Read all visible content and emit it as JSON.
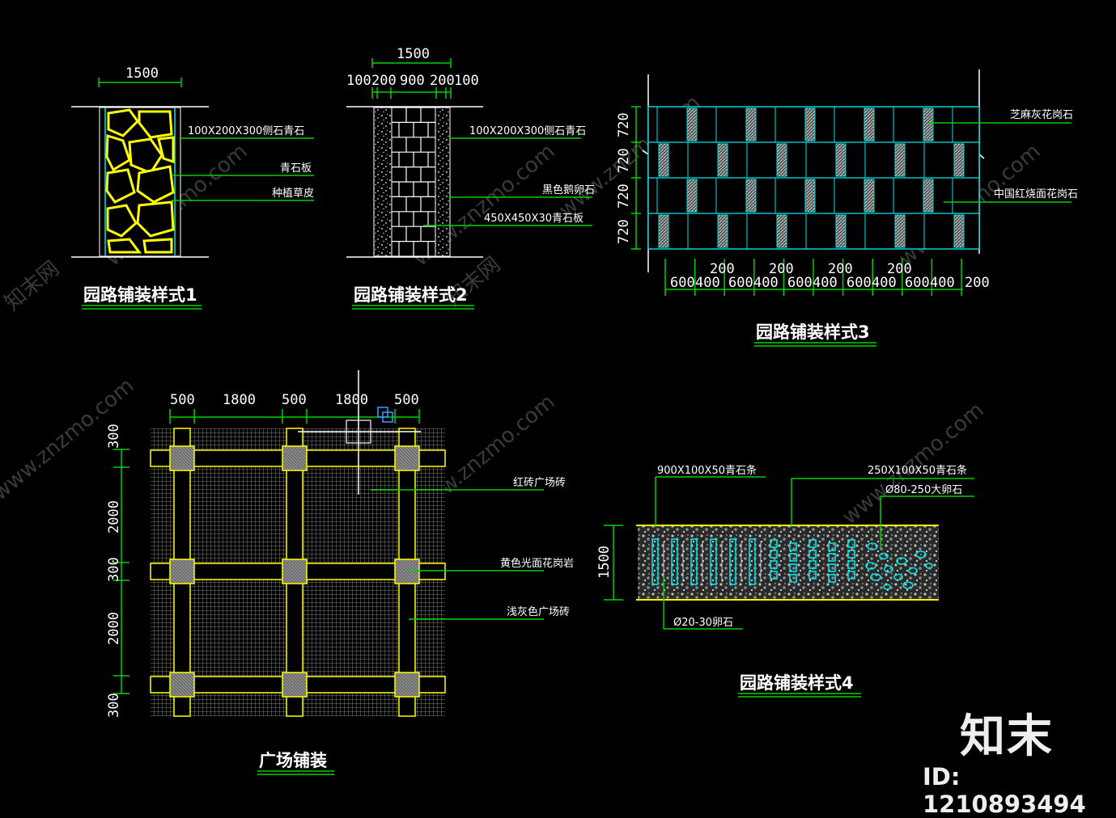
{
  "watermark": {
    "url": "www.znzmo.com",
    "brand_cn": "知末网"
  },
  "brand": {
    "logo": "知末",
    "id_text": "ID: 1210893494"
  },
  "colors": {
    "background": "#000000",
    "dim": "#00d000",
    "text": "#ffffff",
    "pave": "#ffff00",
    "cyan": "#00e5e5"
  },
  "style1": {
    "title": "园路铺装样式1",
    "dim": "1500",
    "labels": [
      "100X200X300侧石青石",
      "青石板",
      "种植草皮"
    ]
  },
  "style2": {
    "title": "园路铺装样式2",
    "dim_total": "1500",
    "dims": [
      "100",
      "200",
      "900",
      "200",
      "100"
    ],
    "labels": [
      "100X200X300侧石青石",
      "黑色鹅卵石",
      "450X450X30青石板"
    ]
  },
  "style3": {
    "title": "园路铺装样式3",
    "vdims": [
      "720",
      "720",
      "720",
      "720"
    ],
    "hdims_top": [
      "200",
      "200",
      "200",
      "200"
    ],
    "hdims_bottom": [
      "600",
      "400",
      "600",
      "400",
      "600",
      "400",
      "600",
      "400",
      "600",
      "400",
      "200"
    ],
    "labels": [
      "芝麻灰花岗石",
      "中国红烧面花岗石"
    ]
  },
  "plaza": {
    "title": "广场铺装",
    "hdims": [
      "500",
      "1800",
      "500",
      "1800",
      "500"
    ],
    "vdims": [
      "300",
      "2000",
      "300",
      "2000",
      "300"
    ],
    "labels": [
      "红砖广场砖",
      "黄色光面花岗岩",
      "浅灰色广场砖"
    ]
  },
  "style4": {
    "title": "园路铺装样式4",
    "dim": "1500",
    "labels": [
      "900X100X50青石条",
      "250X100X50青石条",
      "Ø80-250大卵石",
      "Ø20-30卵石"
    ]
  }
}
